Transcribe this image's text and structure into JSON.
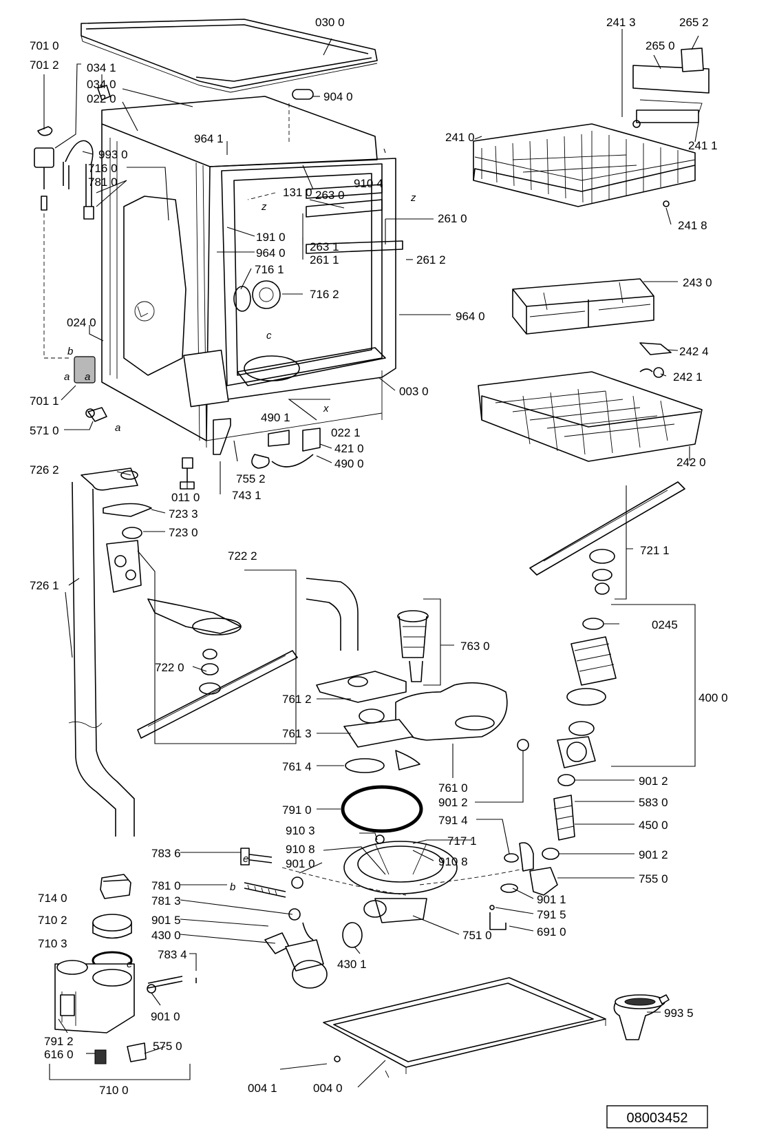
{
  "diagram_code": "08003452",
  "labels": {
    "l0300": "030 0",
    "l7010": "701 0",
    "l7012": "701 2",
    "l0341": "034 1",
    "l0340": "034 0",
    "l0220": "022 0",
    "l9040": "904 0",
    "l9641a": "964 1",
    "l9930": "993 0",
    "l7160": "716 0",
    "l7810a": "781 0",
    "l9104": "910 4",
    "l1310": "131 0",
    "l2630": "263 0",
    "l2610": "261 0",
    "l1910": "191 0",
    "l2631": "263 1",
    "l9640a": "964 0",
    "l2611": "261 1",
    "l2612": "261 2",
    "l7161": "716 1",
    "l7162": "716 2",
    "l0240": "024 0",
    "l9640b": "964 0",
    "l7011": "701 1",
    "l0030": "003 0",
    "l5710": "571 0",
    "l4901": "490 1",
    "l0221": "022 1",
    "l4210": "421 0",
    "l4900": "490 0",
    "l7262": "726 2",
    "l7552": "755 2",
    "l0110": "011 0",
    "l7431": "743 1",
    "l7233": "723 3",
    "l7230": "723 0",
    "l7222": "722 2",
    "l7261": "726 1",
    "l7220": "722 0",
    "l2413": "241 3",
    "l2652": "265 2",
    "l2650": "265 0",
    "l2410": "241 0",
    "l2411": "241 1",
    "l2418": "241 8",
    "l2430": "243 0",
    "l2424": "242 4",
    "l2421": "242 1",
    "l2420": "242 0",
    "l7211": "721 1",
    "l0245": "0245",
    "l4000": "400 0",
    "l7630": "763 0",
    "l7612": "761 2",
    "l7613": "761 3",
    "l7614": "761 4",
    "l7610": "761 0",
    "l9012a": "901 2",
    "l9012b": "901 2",
    "l5830": "583 0",
    "l4500": "450 0",
    "l9012c": "901 2",
    "l7910": "791 0",
    "l7914": "791 4",
    "l9103": "910 3",
    "l7171": "717 1",
    "l9108a": "910 8",
    "l9108b": "910 8",
    "l9010a": "901 0",
    "l7836": "783 6",
    "l7810b": "781 0",
    "l7550": "755 0",
    "l9011": "901 1",
    "l7140": "714 0",
    "l7813": "781 3",
    "l7915": "791 5",
    "l7102": "710 2",
    "l9015": "901 5",
    "l6910": "691 0",
    "l4300": "430 0",
    "l7510": "751 0",
    "l7103": "710 3",
    "l7834": "783 4",
    "l4301": "430 1",
    "l9010b": "901 0",
    "l7912": "791 2",
    "l6160": "616 0",
    "l5750": "575 0",
    "l7100": "710 0",
    "l9935": "993 5",
    "l0041": "004 1",
    "l0040": "004 0"
  },
  "letters": {
    "z1": "z",
    "z2": "z",
    "x1": "x",
    "c1": "c",
    "b1": "b",
    "a1": "a",
    "a2": "a",
    "a3": "a",
    "e1": "e",
    "e2": "e",
    "b2": "b"
  }
}
